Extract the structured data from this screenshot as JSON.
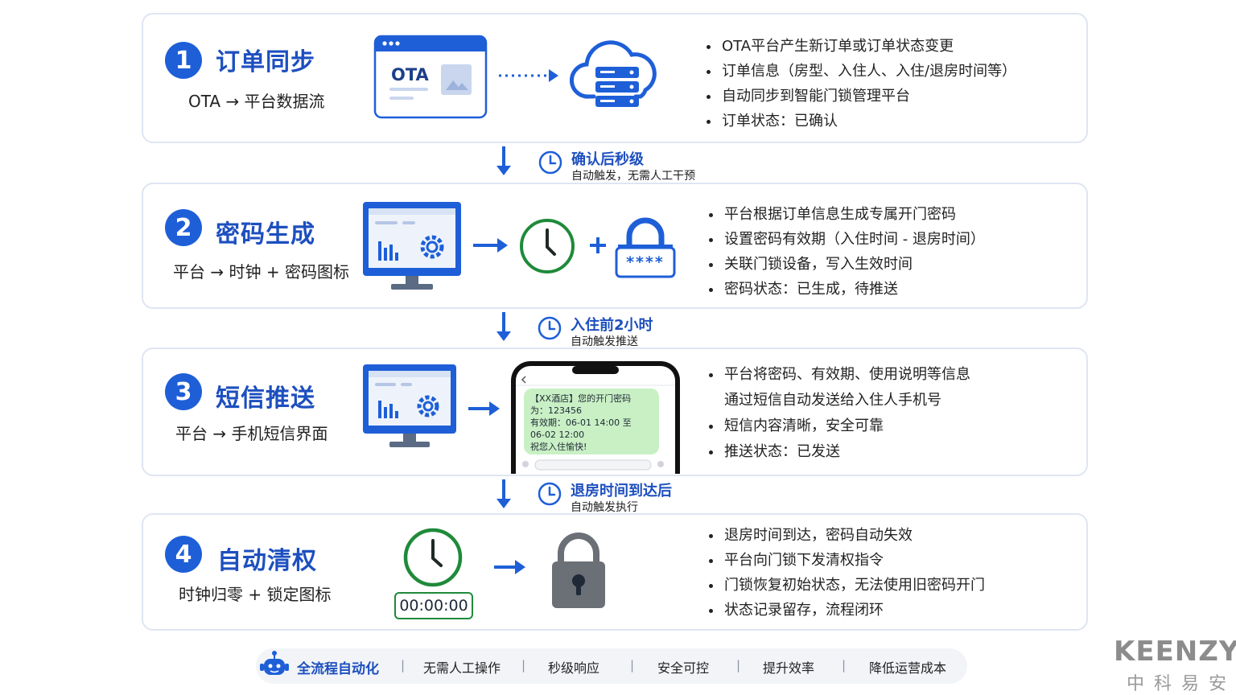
{
  "steps": [
    {
      "number": "1",
      "title": "订单同步",
      "subtitle": "OTA → 平台数据流",
      "icon_label": "OTA",
      "bullets": [
        "OTA平台产生新订单或订单状态变更",
        "订单信息（房型、入住人、入住/退房时间等）",
        "自动同步到智能门锁管理平台",
        "订单状态：已确认"
      ]
    },
    {
      "number": "2",
      "title": "密码生成",
      "subtitle": "平台 → 时钟 + 密码图标",
      "password_mask": "****",
      "bullets": [
        "平台根据订单信息生成专属开门密码",
        "设置密码有效期（入住时间 - 退房时间）",
        "关联门锁设备，写入生效时间",
        "密码状态：已生成，待推送"
      ]
    },
    {
      "number": "3",
      "title": "短信推送",
      "subtitle": "平台 → 手机短信界面",
      "sms_lines": [
        "【XX酒店】您的开门密码",
        "为：123456",
        "有效期：06-01 14:00 至",
        "06-02 12:00",
        "祝您入住愉快!"
      ],
      "bullets": [
        "平台将密码、有效期、使用说明等信息",
        "通过短信自动发送给入住人手机号",
        "短信内容清晰，安全可靠",
        "推送状态：已发送"
      ]
    },
    {
      "number": "4",
      "title": "自动清权",
      "subtitle": "时钟归零 + 锁定图标",
      "timer": "00:00:00",
      "bullets": [
        "退房时间到达，密码自动失效",
        "平台向门锁下发清权指令",
        "门锁恢复初始状态，无法使用旧密码开门",
        "状态记录留存，流程闭环"
      ]
    }
  ],
  "connectors": [
    {
      "title": "确认后秒级",
      "sub": "自动触发，无需人工干预"
    },
    {
      "title": "入住前2小时",
      "sub": "自动触发推送"
    },
    {
      "title": "退房时间到达后",
      "sub": "自动触发执行"
    }
  ],
  "footer": {
    "main": "全流程自动化",
    "items": [
      "无需人工操作",
      "秒级响应",
      "安全可控",
      "提升效率",
      "降低运营成本"
    ]
  },
  "brand": {
    "en": "KEENZY",
    "cn": "中科易安"
  },
  "colors": {
    "primary": "#1e5fd8",
    "clock_green": "#1f8a3a",
    "lock_gray": "#6b6f76",
    "sms_green": "#c9f0c4"
  }
}
